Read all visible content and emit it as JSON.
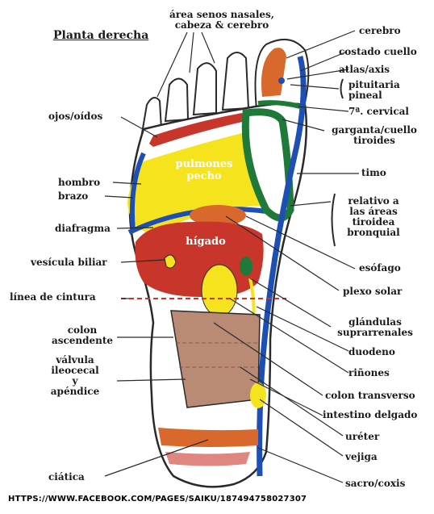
{
  "title": "Planta derecha",
  "footer": "HTTPS://WWW.FACEBOOK.COM/PAGES/SAIKU/187494758027307",
  "zones": {
    "pulmones": "pulmones\npecho",
    "higado": "hígado"
  },
  "labels": {
    "area_senos": "área senos nasales,\ncabeza & cerebro",
    "cerebro": "cerebro",
    "costado_cuello": "costado cuello",
    "atlas_axis": "atlas/axis",
    "pituitaria": "pituitaria\npineal",
    "cervical": "7ª. cervical",
    "garganta": "garganta/cuello\ntiroides",
    "timo": "timo",
    "relativo": "relativo a\nlas áreas\ntiroidea\nbronquial",
    "esofago": "esófago",
    "plexo": "plexo solar",
    "glandulas": "glándulas\nsuprarrenales",
    "duodeno": "duodeno",
    "rinones": "riñones",
    "colon_transverso": "colon transverso",
    "intestino": "intestino delgado",
    "ureter": "uréter",
    "vejiga": "vejiga",
    "sacro": "sacro/coxis",
    "ojos": "ojos/oídos",
    "hombro": "hombro",
    "brazo": "brazo",
    "diafragma": "diafragma",
    "vesicula": "vesícula biliar",
    "linea_cintura": "línea de cintura",
    "colon_ascendente": "colon\nascendente",
    "valvula": "válvula\nileocecal\ny\napéndice",
    "ciatica": "ciática"
  },
  "colors": {
    "red": "#c8352a",
    "orange": "#d9682c",
    "yellow": "#f5e31e",
    "blue": "#1e4fb4",
    "green": "#1f7a3a",
    "brown": "#b98a74",
    "outline": "#2a2a2a"
  }
}
